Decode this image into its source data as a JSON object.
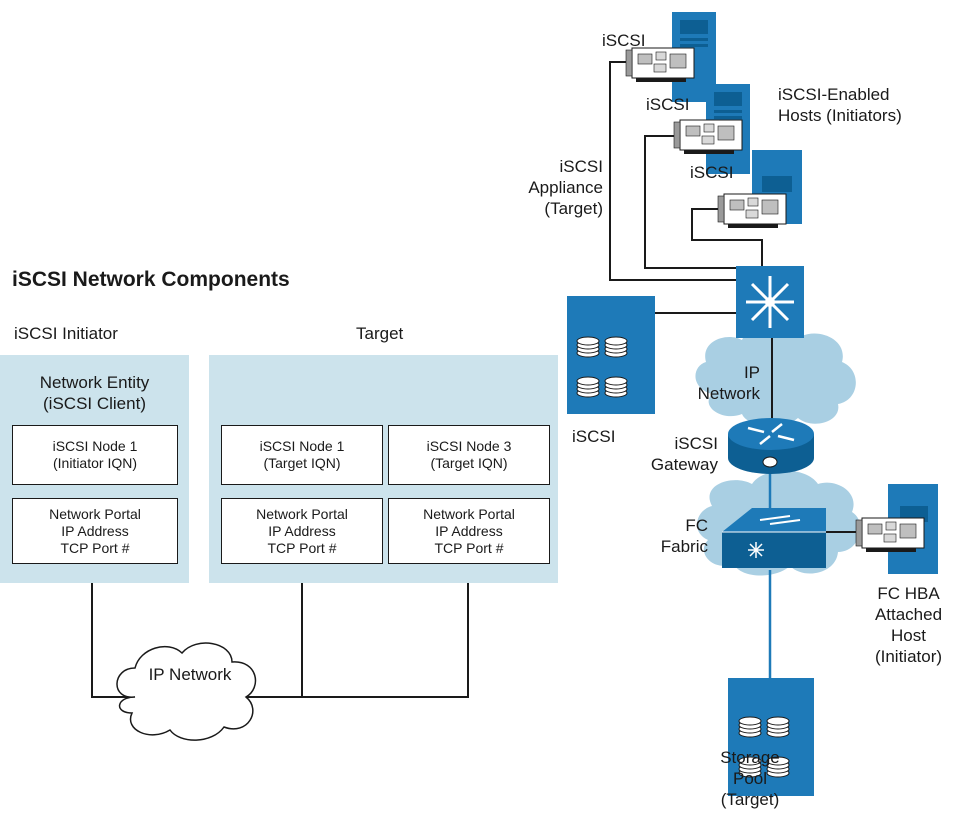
{
  "title": "iSCSI Network Components",
  "left": {
    "initiator_heading": "iSCSI Initiator",
    "target_heading": "Target",
    "entity_line1": "Network Entity",
    "entity_line2": "(iSCSI Client)",
    "initiator_node": [
      "iSCSI Node 1",
      "(Initiator IQN)"
    ],
    "initiator_portal": [
      "Network Portal",
      "IP Address",
      "TCP Port #"
    ],
    "target_nodes": [
      [
        "iSCSI Node 1",
        "(Target IQN)"
      ],
      [
        "iSCSI Node 3",
        "(Target IQN)"
      ]
    ],
    "target_portals": [
      [
        "Network Portal",
        "IP Address",
        "TCP Port #"
      ],
      [
        "Network Portal",
        "IP Address",
        "TCP Port #"
      ]
    ],
    "cloud_label": "IP Network"
  },
  "right": {
    "host_card_labels": [
      "iSCSI",
      "iSCSI",
      "iSCSI"
    ],
    "hosts_label": [
      "iSCSI-Enabled",
      "Hosts (Initiators)"
    ],
    "appliance_label": [
      "iSCSI",
      "Appliance",
      "(Target)"
    ],
    "storage_iscsi_label": "iSCSI",
    "ip_network_label": [
      "IP",
      "Network"
    ],
    "gateway_label": [
      "iSCSI",
      "Gateway"
    ],
    "fc_fabric_label": [
      "FC",
      "Fabric"
    ],
    "fc_host_label": [
      "FC HBA",
      "Attached",
      "Host",
      "(Initiator)"
    ],
    "storage_pool_label": [
      "Storage",
      "Pool",
      "(Target)"
    ]
  },
  "colors": {
    "panel": "#cce3ec",
    "device": "#1e7ab8",
    "device_dark": "#0d5f93",
    "cloud": "#a9cfe3",
    "line": "#1a1a1a"
  }
}
